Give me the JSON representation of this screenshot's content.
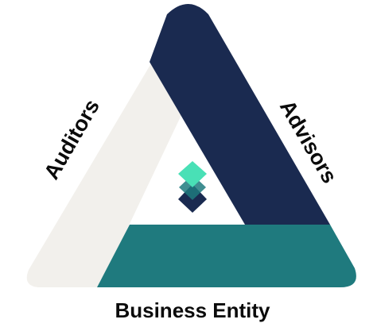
{
  "diagram": {
    "labels": {
      "left": "Auditors",
      "right": "Advisors",
      "bottom": "Business Entity"
    },
    "colors": {
      "auditors_side": "#f2f0ec",
      "advisors_side": "#1a2a50",
      "business_side": "#1f7a7e",
      "center_diamond_top": "#49e0b6",
      "center_diamond_bottom": "#1a2a50",
      "label_text": "#0b0b0b"
    },
    "icons": [
      "diamond-stack-icon"
    ]
  }
}
